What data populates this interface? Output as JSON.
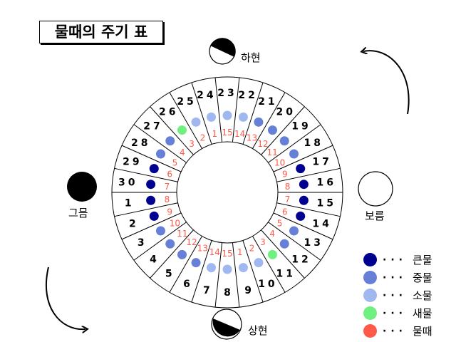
{
  "title": "물때의 주기 표",
  "moons": {
    "top": "하현",
    "bottom": "상현",
    "left": "그믐",
    "right": "보름"
  },
  "colors": {
    "big": "#000090",
    "medium": "#6680d8",
    "small": "#a0b8f0",
    "new": "#70f080",
    "tide_label": "#ff5a48"
  },
  "legend": [
    {
      "type": "big",
      "dots": "···",
      "label": "큰물"
    },
    {
      "type": "medium",
      "dots": "···",
      "label": "중물"
    },
    {
      "type": "small",
      "dots": "···",
      "label": "소물"
    },
    {
      "type": "new",
      "dots": "···",
      "label": "새물"
    },
    {
      "type": "tide_label",
      "dots": "···",
      "label": "물때"
    }
  ],
  "days": [
    {
      "day": "1",
      "tide": "8",
      "type": "big"
    },
    {
      "day": "2",
      "tide": "9",
      "type": "big"
    },
    {
      "day": "3",
      "tide": "10",
      "type": "medium"
    },
    {
      "day": "4",
      "tide": "11",
      "type": "medium"
    },
    {
      "day": "5",
      "tide": "12",
      "type": "medium"
    },
    {
      "day": "6",
      "tide": "13",
      "type": "medium"
    },
    {
      "day": "7",
      "tide": "14",
      "type": "small"
    },
    {
      "day": "8",
      "tide": "15",
      "type": "small"
    },
    {
      "day": "9",
      "tide": "1",
      "type": "small"
    },
    {
      "day": "10",
      "tide": "2",
      "type": "small"
    },
    {
      "day": "11",
      "tide": "3",
      "type": "new"
    },
    {
      "day": "12",
      "tide": "4",
      "type": "medium"
    },
    {
      "day": "13",
      "tide": "5",
      "type": "medium"
    },
    {
      "day": "14",
      "tide": "6",
      "type": "big"
    },
    {
      "day": "15",
      "tide": "7",
      "type": "big"
    },
    {
      "day": "16",
      "tide": "8",
      "type": "big"
    },
    {
      "day": "17",
      "tide": "9",
      "type": "big"
    },
    {
      "day": "18",
      "tide": "10",
      "type": "medium"
    },
    {
      "day": "19",
      "tide": "11",
      "type": "medium"
    },
    {
      "day": "20",
      "tide": "12",
      "type": "medium"
    },
    {
      "day": "21",
      "tide": "13",
      "type": "medium"
    },
    {
      "day": "22",
      "tide": "14",
      "type": "small"
    },
    {
      "day": "23",
      "tide": "15",
      "type": "small"
    },
    {
      "day": "24",
      "tide": "1",
      "type": "small"
    },
    {
      "day": "25",
      "tide": "2",
      "type": "small"
    },
    {
      "day": "26",
      "tide": "3",
      "type": "new"
    },
    {
      "day": "27",
      "tide": "4",
      "type": "medium"
    },
    {
      "day": "28",
      "tide": "5",
      "type": "medium"
    },
    {
      "day": "29",
      "tide": "6",
      "type": "big"
    },
    {
      "day": "30",
      "tide": "7",
      "type": "big"
    }
  ]
}
